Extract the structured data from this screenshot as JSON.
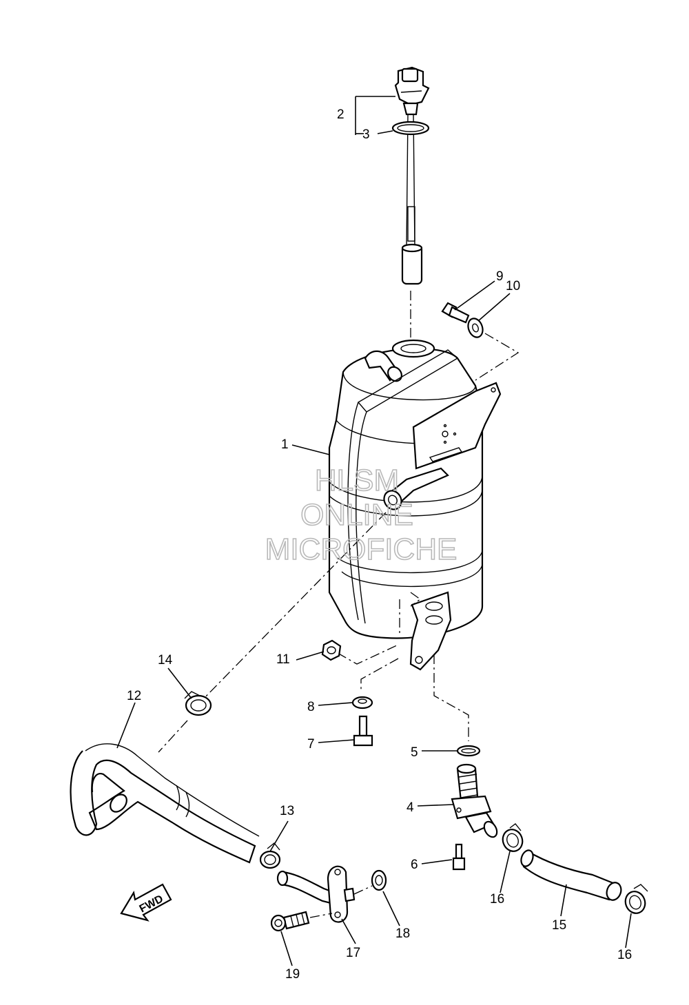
{
  "watermark": {
    "line1": "HLSM",
    "line2": "ONLINE",
    "line3": "MICROFICHE"
  },
  "direction_marker": {
    "text": "FWD"
  },
  "callouts": [
    {
      "id": "c1",
      "text": "1"
    },
    {
      "id": "c2",
      "text": "2"
    },
    {
      "id": "c3",
      "text": "3"
    },
    {
      "id": "c4",
      "text": "4"
    },
    {
      "id": "c5",
      "text": "5"
    },
    {
      "id": "c6",
      "text": "6"
    },
    {
      "id": "c7",
      "text": "7"
    },
    {
      "id": "c8",
      "text": "8"
    },
    {
      "id": "c9",
      "text": "9"
    },
    {
      "id": "c10",
      "text": "10"
    },
    {
      "id": "c11",
      "text": "11"
    },
    {
      "id": "c12",
      "text": "12"
    },
    {
      "id": "c13",
      "text": "13"
    },
    {
      "id": "c14",
      "text": "14"
    },
    {
      "id": "c15",
      "text": "15"
    },
    {
      "id": "c16a",
      "text": "16"
    },
    {
      "id": "c16b",
      "text": "16"
    },
    {
      "id": "c17",
      "text": "17"
    },
    {
      "id": "c18",
      "text": "18"
    },
    {
      "id": "c19",
      "text": "19"
    }
  ]
}
